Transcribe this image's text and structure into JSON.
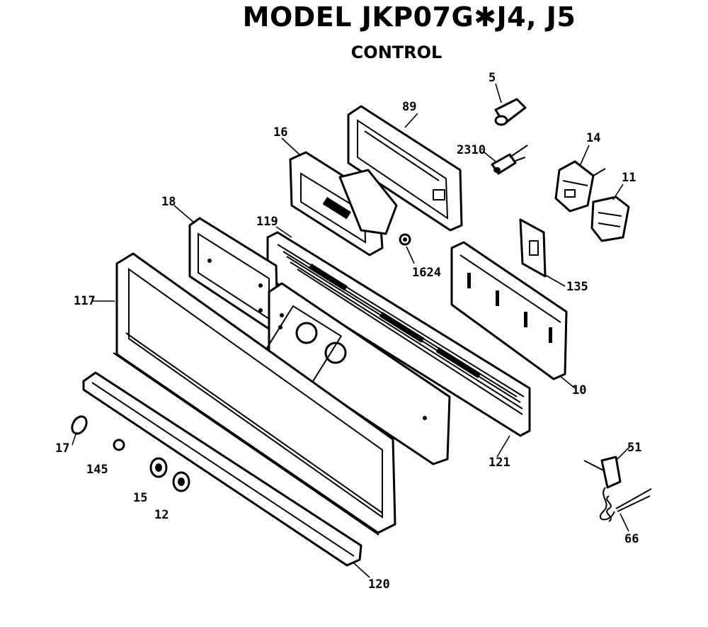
{
  "title": "MODEL JKP07G✱J4, J5",
  "section": "CONTROL",
  "labels": {
    "p5": "5",
    "p89": "89",
    "p16": "16",
    "p2310": "2310",
    "p14": "14",
    "p11": "11",
    "p18": "18",
    "p119": "119",
    "p1624": "1624",
    "p135": "135",
    "p117": "117",
    "p10": "10",
    "p17": "17",
    "p145": "145",
    "p15": "15",
    "p12": "12",
    "p121": "121",
    "p51": "51",
    "p66": "66",
    "p120": "120"
  }
}
